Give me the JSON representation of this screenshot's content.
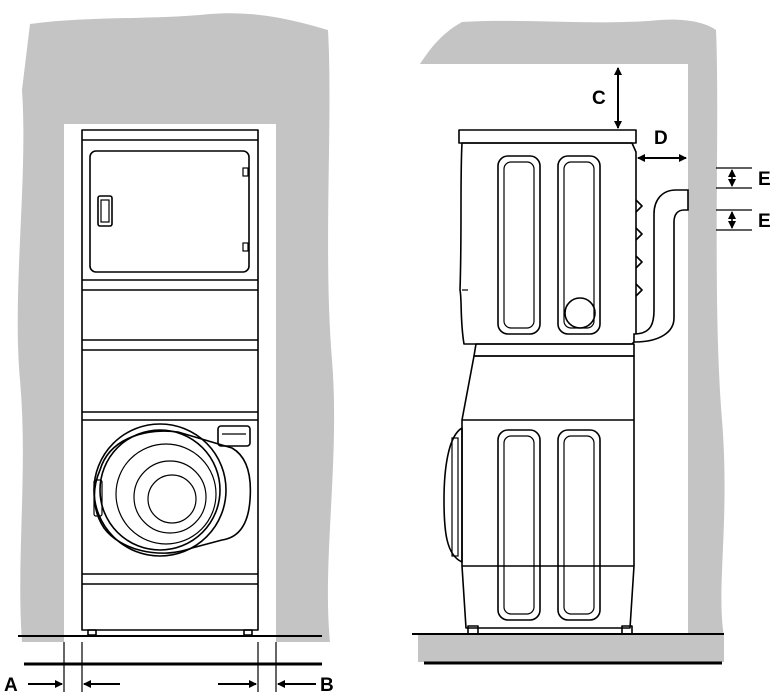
{
  "figure": {
    "labels": {
      "a": "A",
      "b": "B",
      "c": "C",
      "d": "D",
      "e1": "E",
      "e2": "E"
    },
    "colors": {
      "wall": "#c4c4c4",
      "line": "#000000",
      "background": "#ffffff"
    }
  }
}
